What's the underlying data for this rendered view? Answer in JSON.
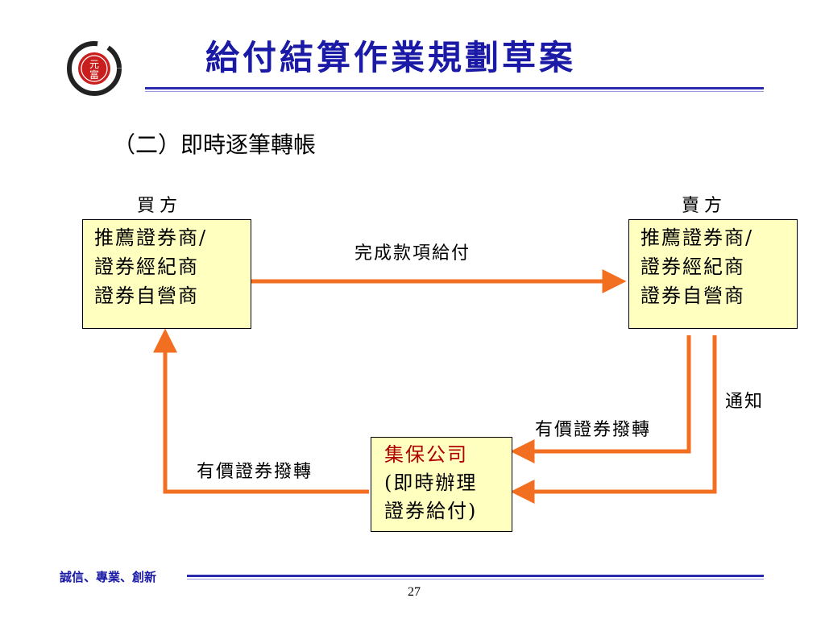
{
  "header": {
    "title": "給付結算作業規劃草案",
    "logo_text_top": "元",
    "logo_text_bottom": "富",
    "brand_color": "#1a1aa6"
  },
  "section": {
    "subtitle": "（二）即時逐筆轉帳"
  },
  "diagram": {
    "buyer": {
      "role_label": "買方",
      "lines": [
        "推薦證券商/",
        "證券經紀商",
        "證券自營商"
      ]
    },
    "seller": {
      "role_label": "賣方",
      "lines": [
        "推薦證券商/",
        "證券經紀商",
        "證券自營商"
      ]
    },
    "depository": {
      "name": "集保公司",
      "lines": [
        "(即時辦理",
        "證券給付)"
      ]
    },
    "flows": {
      "payment": "完成款項給付",
      "notify": "通知",
      "transfer_to_depository": "有價證券撥轉",
      "transfer_to_buyer": "有價證券撥轉"
    },
    "arrow_color": "#f26f21",
    "box_fill": "#ffffc0"
  },
  "footer": {
    "motto": "誠信、專業、創新",
    "page_number": "27"
  }
}
